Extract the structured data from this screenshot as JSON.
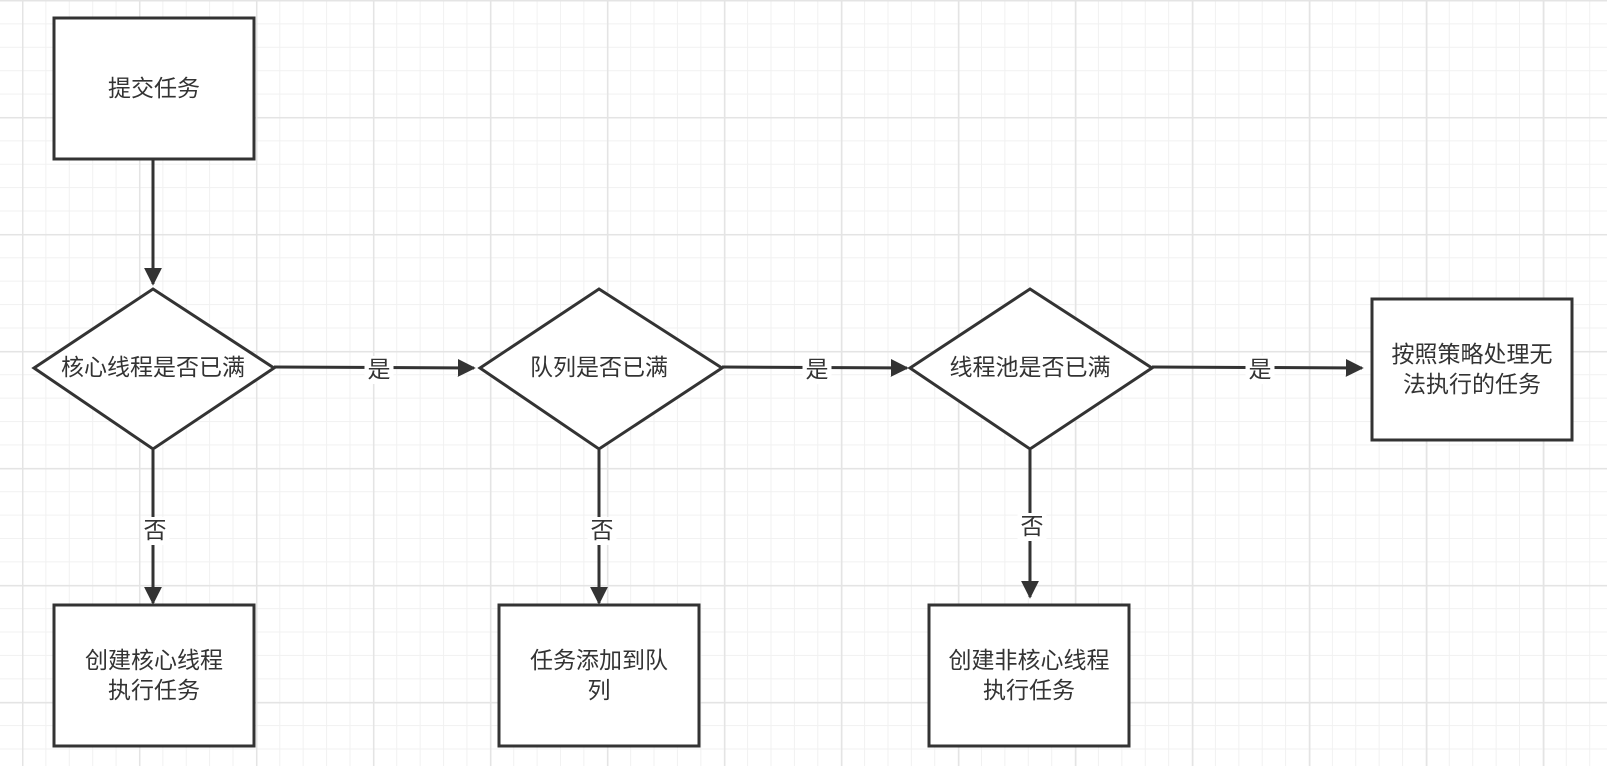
{
  "nodes": {
    "submit": "提交任务",
    "core_full": "核心线程是否已满",
    "queue_full": "队列是否已满",
    "pool_full": "线程池是否已满",
    "reject": "按照策略处理无法执行的任务",
    "create_core": "创建核心线程执行任务",
    "add_queue": "任务添加到队列",
    "create_noncore": "创建非核心线程执行任务"
  },
  "edges": {
    "yes": "是",
    "no": "否"
  },
  "colors": {
    "stroke": "#333333",
    "grid_major": "#e4e4e4",
    "grid_minor": "#f1f1f1",
    "background": "#ffffff"
  }
}
